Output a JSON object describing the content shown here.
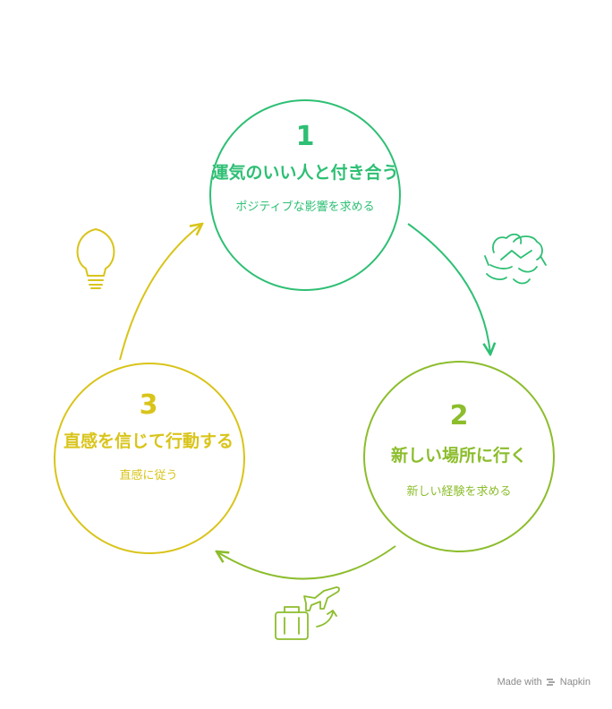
{
  "steps": [
    {
      "number": "1",
      "title": "運気のいい人と付き合う",
      "description": "ポジティブな影響を求める",
      "color": "#2ebf74",
      "icon": "handshake-icon"
    },
    {
      "number": "2",
      "title": "新しい場所に行く",
      "description": "新しい経験を求める",
      "color": "#8cbd2c",
      "icon": "travel-luggage-airplane-icon"
    },
    {
      "number": "3",
      "title": "直感を信じて行動する",
      "description": "直感に従う",
      "color": "#d9c41a",
      "icon": "lightbulb-icon"
    }
  ],
  "footer": {
    "made_with": "Made with",
    "brand": "Napkin"
  }
}
